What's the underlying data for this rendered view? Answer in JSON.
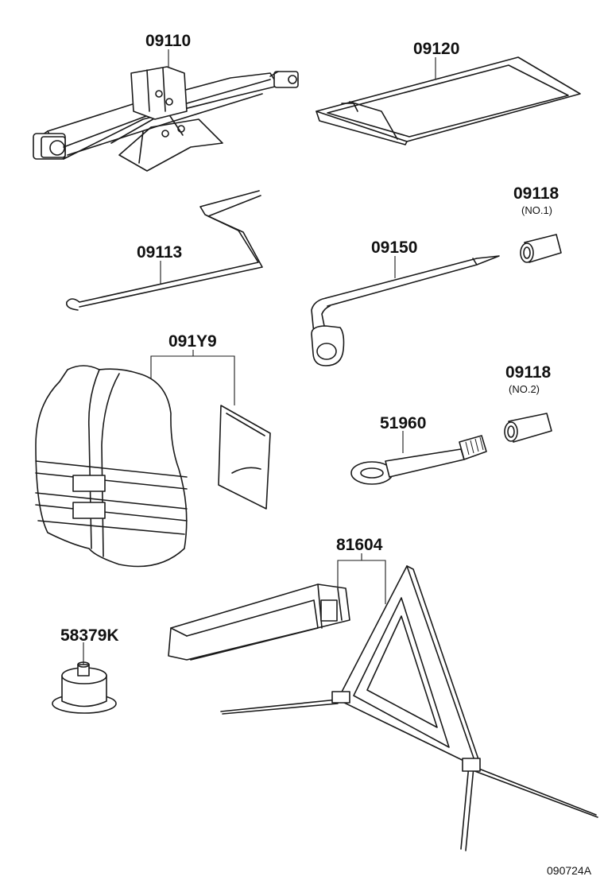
{
  "callouts": {
    "jack": "09110",
    "jack_handle_bag": "09120",
    "jack_handle": "09113",
    "wheel_wrench": "09150",
    "extension_no1": "09118",
    "extension_no1_note": "(NO.1)",
    "vest_kit": "091Y9",
    "extension_no2": "09118",
    "extension_no2_note": "(NO.2)",
    "towing_eye": "51960",
    "warning_triangle": "81604",
    "hole_plug": "58379K"
  },
  "diagram_code": "090724A"
}
